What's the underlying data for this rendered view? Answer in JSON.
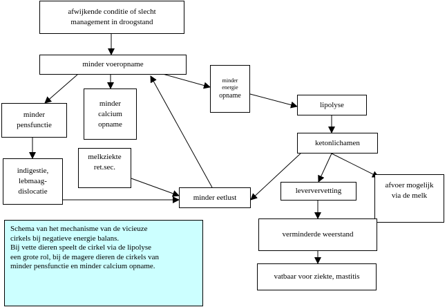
{
  "nodes": {
    "n_afwijkende": "afwijkende conditie of slecht\nmanagement in droogstand",
    "n_voeropname": "minder voeropname",
    "n_energie_top": "minder\nenergie",
    "n_energie_bottom": "opname",
    "n_lipolyse": "lipolyse",
    "n_pensfunctie": "minder\npensfunctie",
    "n_calcium": "minder\ncalcium\nopname",
    "n_ketonlichamen": "ketonlichamen",
    "n_melkziekte": "melkziekte\nret.sec.",
    "n_indigestie": "indigestie,\nlebmaag-\ndislocatie",
    "n_eetlust": "minder eetlust",
    "n_leververvetting": "leververvetting",
    "n_afvoer": "afvoer mogelijk\nvia de melk",
    "n_weerstand": "verminderde weerstand",
    "n_vatbaar": "vatbaar voor ziekte, mastitis"
  },
  "caption": "Schema van het mechanisme van de vicieuze\ncirkels bij negatieve energie balans.\nBij vette dieren speelt de cirkel via de lipolyse\neen grote rol, bij de magere dieren de cirkels van\nminder pensfunctie en minder calcium opname.",
  "colors": {
    "caption_bg": "#ccffff",
    "line": "#000000"
  }
}
